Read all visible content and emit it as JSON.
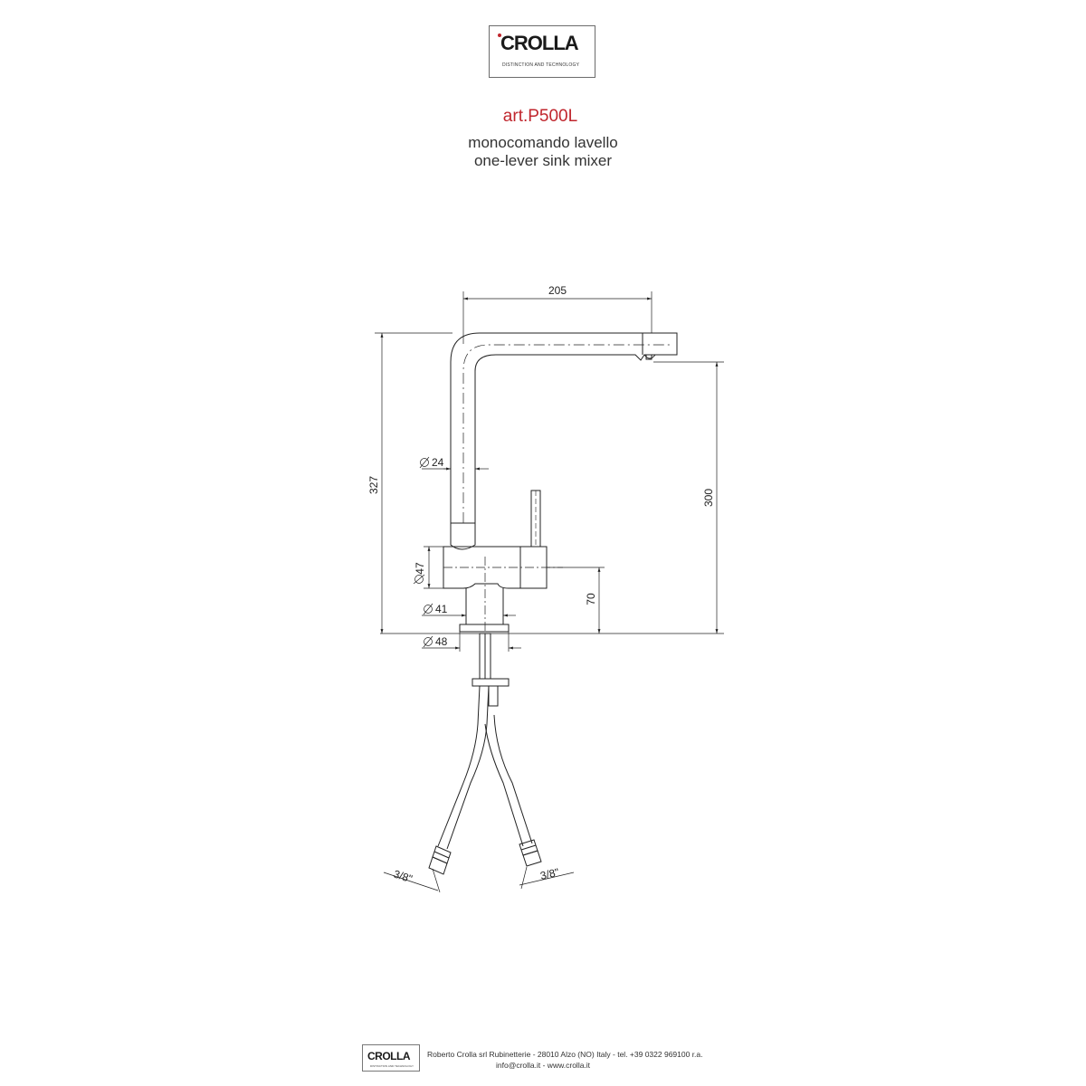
{
  "header": {
    "brand": "CROLLA",
    "tagline": "DISTINCTION AND TECHNOLOGY",
    "article": "art.P500L",
    "subtitle_it": "monocomando lavello",
    "subtitle_en": "one-lever sink mixer"
  },
  "dimensions": {
    "spout_reach": "205",
    "total_height": "327",
    "spout_height": "300",
    "spout_diameter": "24",
    "body_diameter": "47",
    "lever_axis_height": "70",
    "neck_diameter": "41",
    "base_diameter": "48",
    "hose_left_thread": "3/8\"",
    "hose_right_thread": "3/8\""
  },
  "footer": {
    "brand": "CROLLA",
    "tagline": "DISTINCTION AND TECHNOLOGY",
    "line1": "Roberto Crolla srl Rubinetterie  -  28010 Alzo (NO) Italy  - tel. +39 0322 969100 r.a.",
    "line2": "info@crolla.it  -  www.crolla.it"
  }
}
